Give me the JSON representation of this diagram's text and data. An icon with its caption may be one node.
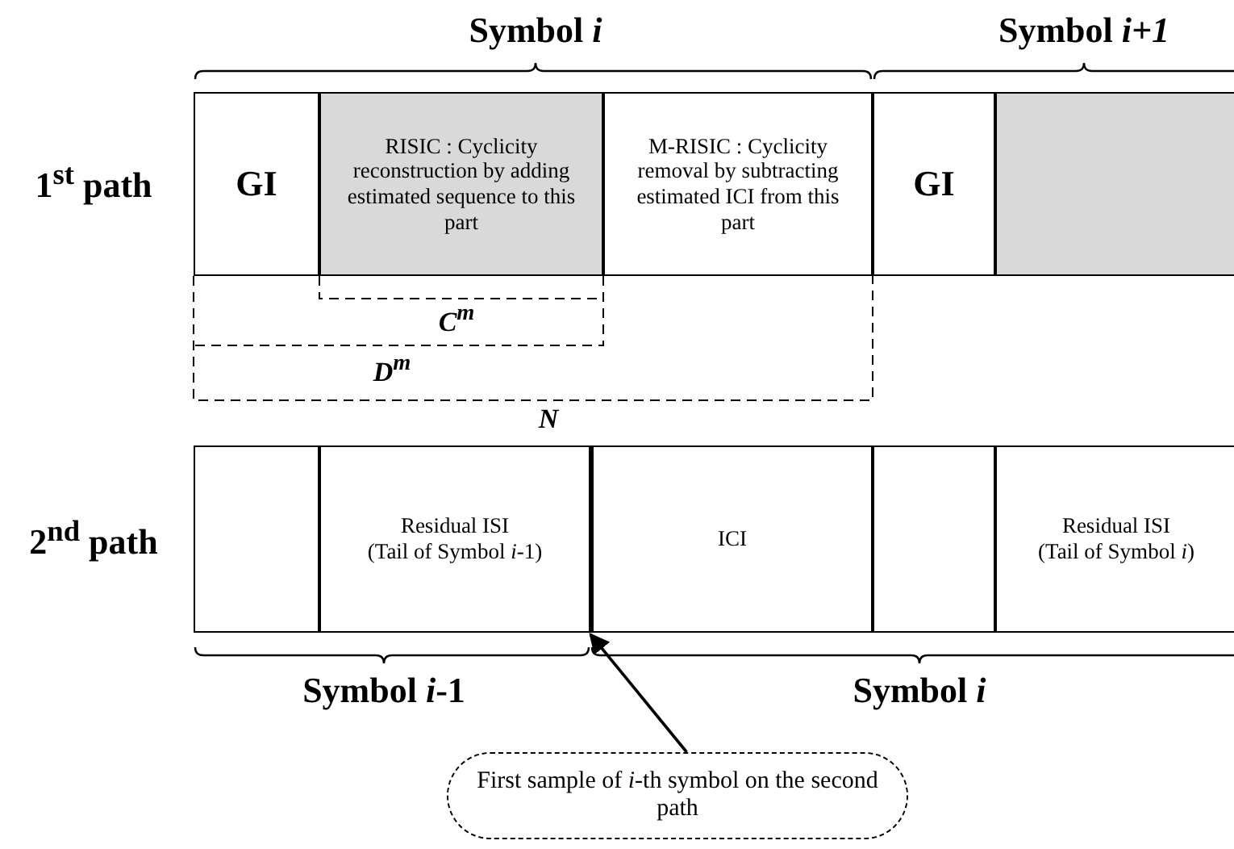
{
  "diagram": {
    "nodes": [
      {
        "text": [
          "GI"
        ]
      },
      {
        "text": [
          "RISIC : Cyclicity reconstruction by adding estimated sequence to this part"
        ]
      },
      {
        "text": [
          "M-RISIC : Cyclicity removal by subtracting estimated ICI from this part"
        ]
      },
      {
        "text": [
          "GI"
        ]
      },
      {
        "text": [],
        "shape": "box"
      },
      {
        "text": [],
        "shape": "box"
      },
      {
        "text": [
          "Residual ISI",
          "(Tail of Symbol *i*-1)"
        ]
      },
      {
        "text": [
          "ICI"
        ]
      },
      {
        "text": [],
        "shape": "box"
      },
      {
        "text": [
          "Residual ISI",
          "(Tail of Symbol *i*)"
        ]
      },
      {
        "text": [
          "First sample of *i*-th symbol on the second path"
        ]
      }
    ],
    "edges": [
      {
        "from": 10,
        "to": 6,
        "arrow": "to"
      }
    ],
    "labels": [
      "Symbol *i*",
      "Symbol *i+1*",
      "1$^{st}$ path",
      "C$^{m}$",
      "D$^{m}$",
      "N",
      "2$^{nd}$ path",
      "Symbol *i*-1",
      "Symbol *i*"
    ]
  }
}
